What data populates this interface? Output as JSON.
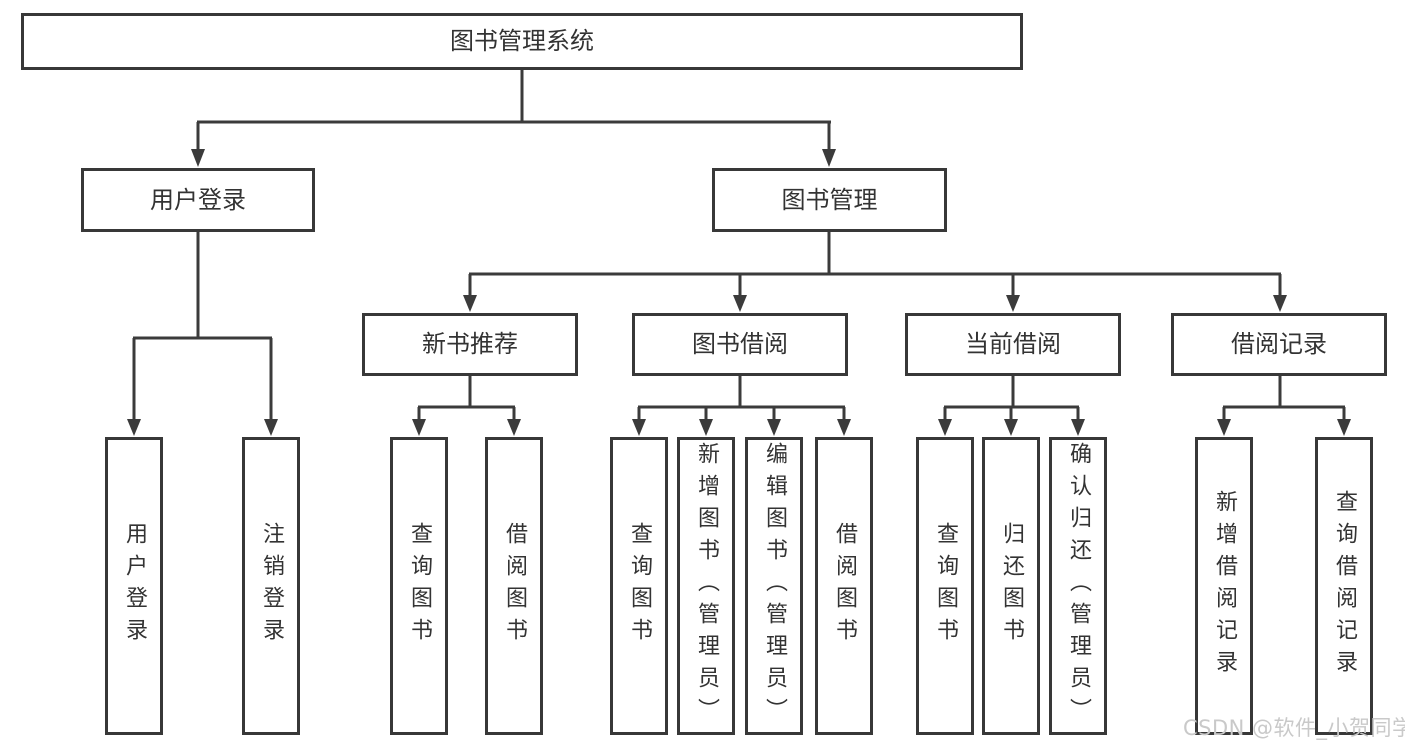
{
  "diagram": {
    "root": {
      "label": "图书管理系统"
    },
    "level1": {
      "user_login": {
        "label": "用户登录",
        "children": [
          "用户登录",
          "注销登录"
        ]
      },
      "book_mgmt": {
        "label": "图书管理"
      }
    },
    "level2": {
      "new_books": {
        "label": "新书推荐",
        "children": [
          "查询图书",
          "借阅图书"
        ]
      },
      "book_borrow": {
        "label": "图书借阅",
        "children": [
          "查询图书",
          "新增图书（管理员）",
          "编辑图书（管理员）",
          "借阅图书"
        ]
      },
      "current_borrow": {
        "label": "当前借阅",
        "children": [
          "查询图书",
          "归还图书",
          "确认归还（管理员）"
        ]
      },
      "borrow_records": {
        "label": "借阅记录",
        "children": [
          "新增借阅记录",
          "查询借阅记录"
        ]
      }
    }
  },
  "watermark": {
    "text": "CSDN @软件_小贺同学"
  },
  "colors": {
    "background": "#ffffff",
    "box_border": "#383838",
    "connector_line": "#3b3b3b",
    "text": "#333333",
    "watermark": "#c9c9c9"
  }
}
